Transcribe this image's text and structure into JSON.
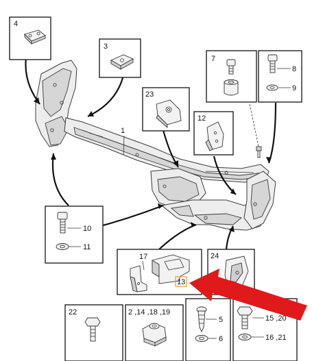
{
  "callouts": {
    "c4": "4",
    "c3": "3",
    "c1": "1",
    "c7": "7",
    "c8": "8",
    "c9": "9",
    "c23": "23",
    "c12": "12",
    "c10": "10",
    "c11": "11",
    "c17": "17",
    "c13": "13",
    "c24": "24",
    "c22": "22",
    "c2_14_18_19": "2 ,14 ,18 ,19",
    "c5": "5",
    "c6": "6",
    "c15_20": "15 ,20",
    "c16_21": "16 ,21"
  },
  "colors": {
    "arrow": "#e0191b",
    "highlight_box": "#e8a33a",
    "line": "#222222"
  }
}
